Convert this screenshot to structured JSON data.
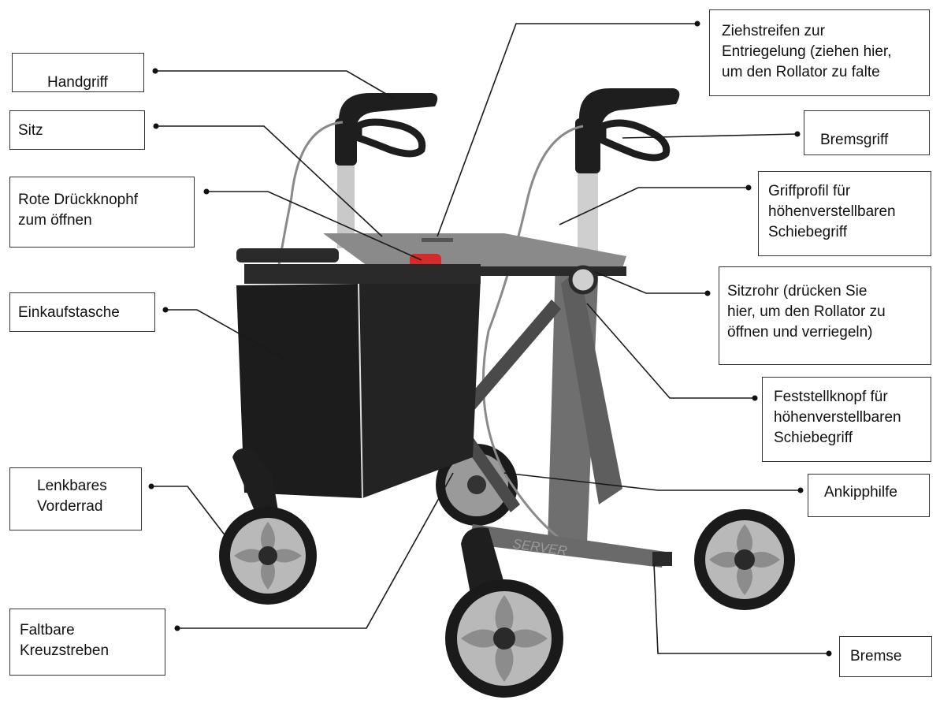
{
  "labels": {
    "handgriff": "Handgriff",
    "sitz": "Sitz",
    "rote_drueckknopf": "Rote Drückknophf\nzum öffnen",
    "einkaufstasche": "Einkaufstasche",
    "lenkbares_vorderrad": "Lenkbares\nVorderrad",
    "faltbare_kreuzstreben": "Faltbare\nKreuzstreben",
    "ziehstreifen": "Ziehstreifen zur\nEntriegelung (ziehen hier,\num den Rollator zu falte",
    "bremsgriff": "Bremsgriff",
    "griffprofil": "Griffprofil für\nhöhenverstellbaren\nSchiebegriff",
    "sitzrohr": "Sitzrohr (drücken Sie\nhier, um den Rollator zu\nöffnen und verriegeln)",
    "feststellknopf": "Feststellknopf für\nhöhenverstellbaren\nSchiebegriff",
    "ankipphilfe": "Ankipphilfe",
    "bremse": "Bremse"
  },
  "frame_brand": "SERVER",
  "colors": {
    "frame": "#6f6f6f",
    "frame_dark": "#4a4a4a",
    "handle": "#1e1e1e",
    "bag": "#1c1c1c",
    "seat": "#8a8a8a",
    "red_button": "#d42a2a",
    "wheel_tire": "#1a1a1a",
    "wheel_rim": "#b9b9b9"
  }
}
